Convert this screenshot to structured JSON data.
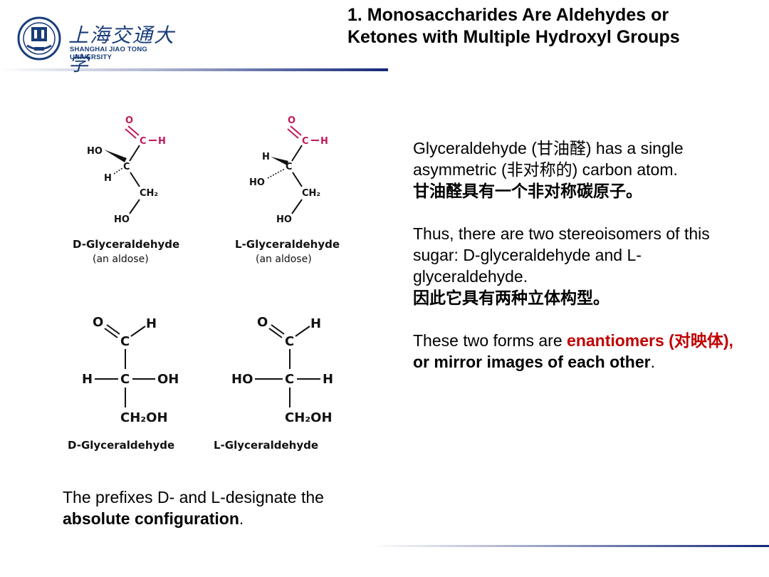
{
  "header": {
    "logo_cn": "上海交通大学",
    "logo_en": "SHANGHAI  JIAO TONG  UNIVERSITY",
    "title_line1": "1. Monosaccharides Are Aldehydes or",
    "title_line2": "Ketones with Multiple Hydroxyl Groups"
  },
  "structures": {
    "atoms": {
      "O": "O",
      "C": "C",
      "H": "H",
      "HO": "HO",
      "OH": "OH",
      "CH2": "CH₂",
      "CH2OH": "CH₂OH"
    },
    "d_label": "D-Glyceraldehyde",
    "l_label": "L-Glyceraldehyde",
    "aldose_note": "(an aldose)"
  },
  "right": {
    "p1a_pre": "Glyceraldehyde (甘油醛) has a single asymmetric (非对称的) carbon atom.",
    "p1b": "甘油醛具有一个非对称碳原子。",
    "p2a": "Thus, there are two stereoisomers of this sugar: D-glyceraldehyde and L-glyceraldehyde.",
    "p2b": "因此它具有两种立体构型。",
    "p3_pre": "These two forms are ",
    "p3_red": "enantiomers (对映体),",
    "p3_bold": " or mirror images of each other",
    "p3_end": "."
  },
  "bottom": {
    "pre": "The prefixes D- and L-designate the ",
    "bold": "absolute configuration",
    "end": "."
  },
  "colors": {
    "accent_red": "#c00000",
    "aldehyde_magenta": "#c2185b",
    "brand_blue": "#1a3d7a"
  }
}
